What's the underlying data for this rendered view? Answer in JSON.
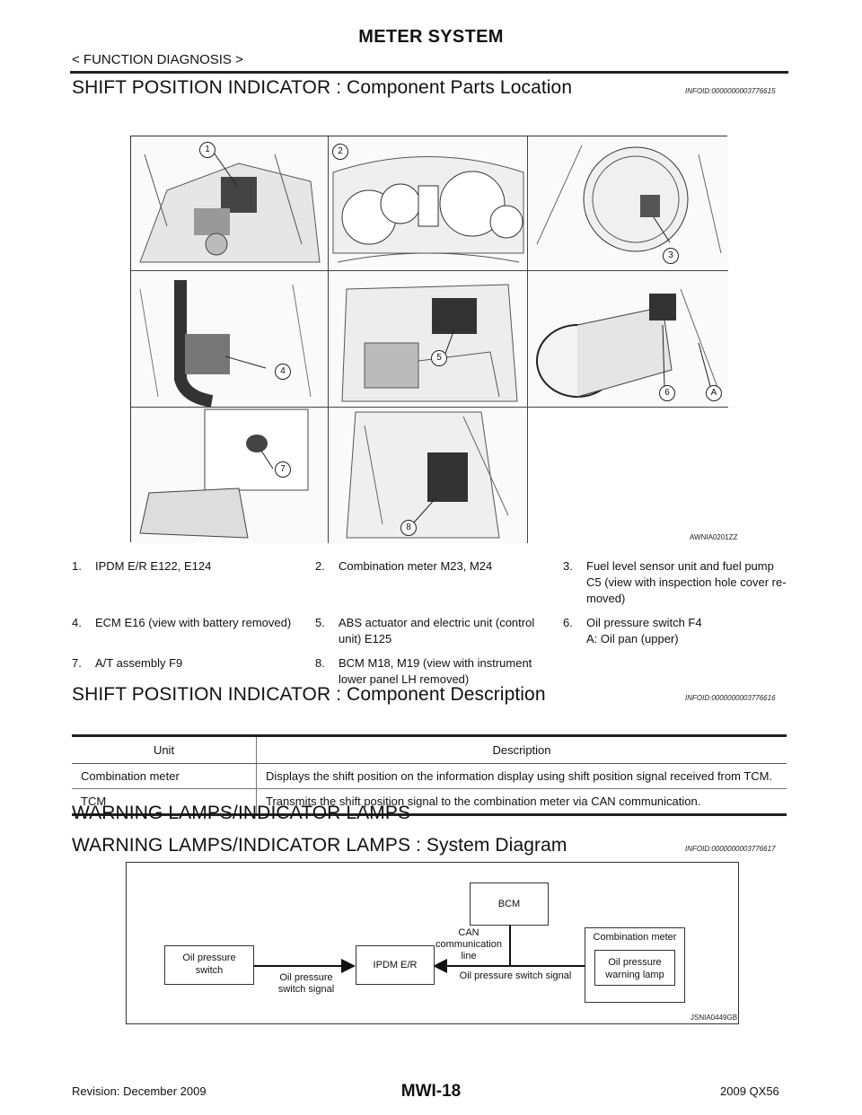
{
  "header": {
    "title": "METER SYSTEM",
    "breadcrumb": "< FUNCTION DIAGNOSIS >"
  },
  "section1": {
    "title": "SHIFT POSITION INDICATOR : Component Parts Location",
    "infoid": "INFOID:0000000003776615",
    "figure_code": "AWNIA0201ZZ",
    "callouts": [
      "1",
      "2",
      "3",
      "4",
      "5",
      "6",
      "A",
      "7",
      "8"
    ],
    "parts": [
      [
        {
          "num": "1.",
          "text": "IPDM E/R E122, E124"
        },
        {
          "num": "2.",
          "text": "Combination meter M23, M24"
        },
        {
          "num": "3.",
          "text": "Fuel level sensor unit and fuel pump C5 (view with inspection hole cover re-moved)"
        }
      ],
      [
        {
          "num": "4.",
          "text": "ECM E16 (view with battery removed)"
        },
        {
          "num": "5.",
          "text": "ABS actuator and electric unit (control unit) E125"
        },
        {
          "num": "6.",
          "text": "Oil pressure switch F4\nA: Oil pan (upper)"
        }
      ],
      [
        {
          "num": "7.",
          "text": "A/T assembly F9"
        },
        {
          "num": "8.",
          "text": "BCM M18, M19 (view with instrument lower panel LH removed)"
        },
        {
          "num": "",
          "text": ""
        }
      ]
    ]
  },
  "section2": {
    "title": "SHIFT POSITION INDICATOR : Component Description",
    "infoid": "INFOID:0000000003776616",
    "table": {
      "headers": [
        "Unit",
        "Description"
      ],
      "rows": [
        [
          "Combination meter",
          "Displays the shift position on the information display using shift position signal received from TCM."
        ],
        [
          "TCM",
          "Transmits the shift position signal to the combination meter via CAN communication."
        ]
      ]
    }
  },
  "section3": {
    "title": "WARNING LAMPS/INDICATOR LAMPS"
  },
  "section4": {
    "title": "WARNING LAMPS/INDICATOR LAMPS : System Diagram",
    "infoid": "INFOID:0000000003776617",
    "diagram": {
      "oil_switch": "Oil pressure\nswitch",
      "oil_switch_signal": "Oil pressure\nswitch signal",
      "ipdm": "IPDM E/R",
      "bcm": "BCM",
      "can_line": "CAN\ncommunication\nline",
      "oil_switch_signal_2": "Oil pressure switch signal",
      "combination_meter": "Combination meter",
      "warning_lamp": "Oil pressure\nwarning lamp",
      "code": "JSNIA0449GB"
    }
  },
  "footer": {
    "revision": "Revision: December 2009",
    "page": "MWI-18",
    "model": "2009 QX56"
  }
}
